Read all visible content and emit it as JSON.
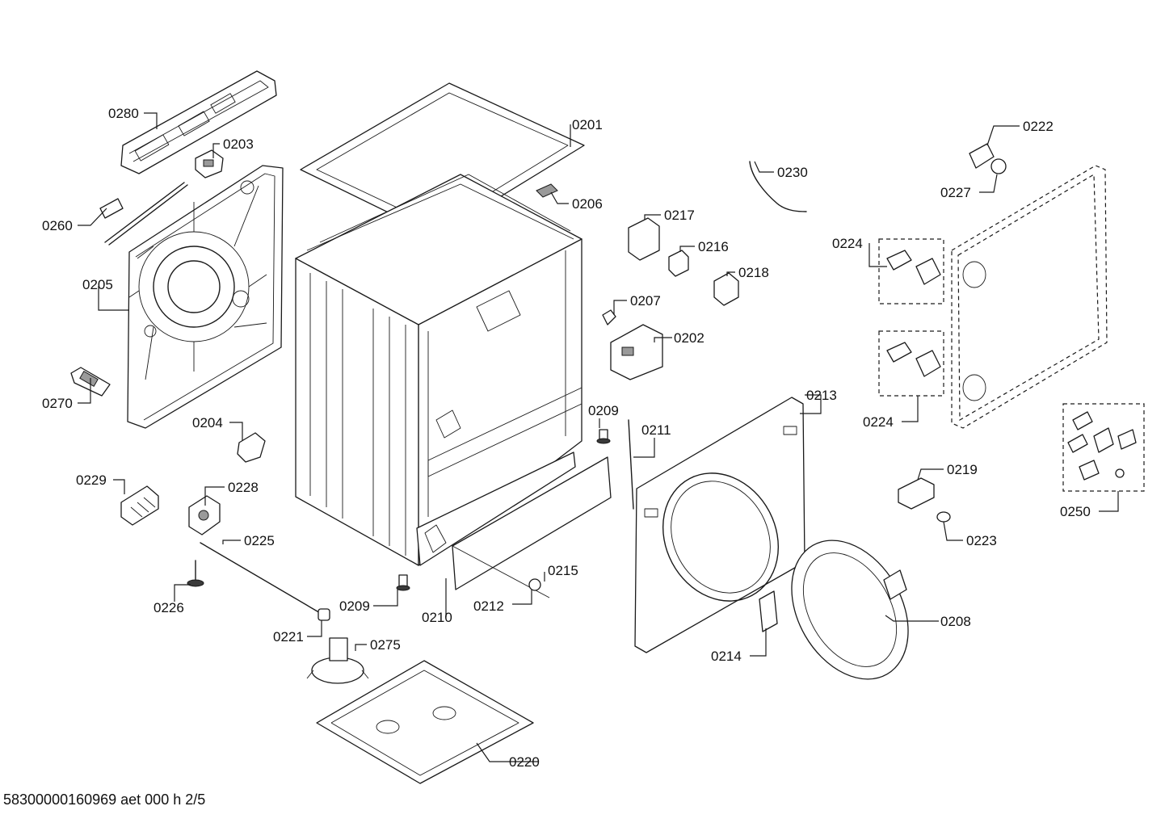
{
  "footer": {
    "drawing_id": "58300000160969 aet 000 h 2/5"
  },
  "callouts": {
    "c0201": "0201",
    "c0202": "0202",
    "c0203": "0203",
    "c0204": "0204",
    "c0205": "0205",
    "c0206": "0206",
    "c0207": "0207",
    "c0208": "0208",
    "c0209a": "0209",
    "c0209b": "0209",
    "c0210": "0210",
    "c0211": "0211",
    "c0212": "0212",
    "c0213": "0213",
    "c0214": "0214",
    "c0215": "0215",
    "c0216": "0216",
    "c0217": "0217",
    "c0218": "0218",
    "c0219": "0219",
    "c0220": "0220",
    "c0221": "0221",
    "c0222": "0222",
    "c0223": "0223",
    "c0224a": "0224",
    "c0224b": "0224",
    "c0225": "0225",
    "c0226": "0226",
    "c0227": "0227",
    "c0228": "0228",
    "c0229": "0229",
    "c0230": "0230",
    "c0250": "0250",
    "c0260": "0260",
    "c0270": "0270",
    "c0275": "0275",
    "c0280": "0280"
  }
}
